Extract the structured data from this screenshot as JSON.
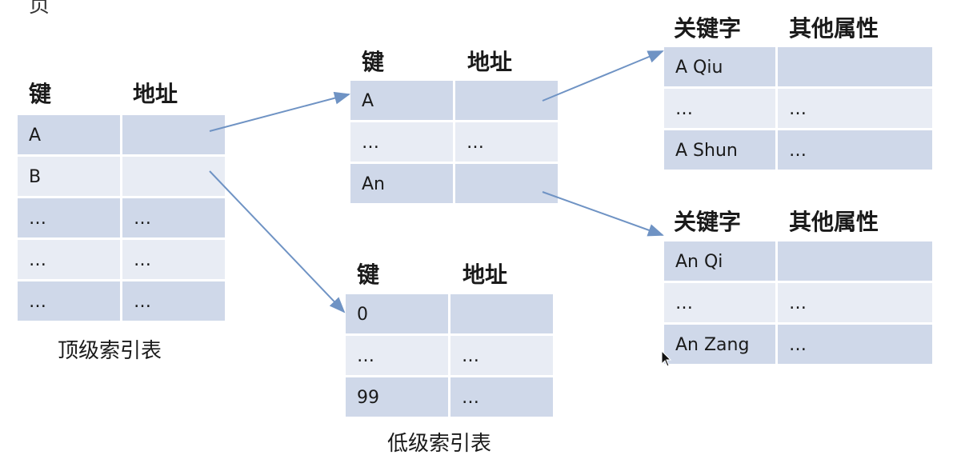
{
  "fragment": "页",
  "top_table": {
    "caption": "顶级索引表",
    "headers": [
      "键",
      "地址"
    ],
    "rows": [
      [
        "A",
        ""
      ],
      [
        "B",
        ""
      ],
      [
        "…",
        "…"
      ],
      [
        "…",
        "…"
      ],
      [
        "…",
        "…"
      ]
    ]
  },
  "mid_table": {
    "headers": [
      "键",
      "地址"
    ],
    "rows": [
      [
        "A",
        ""
      ],
      [
        "…",
        "…"
      ],
      [
        "An",
        ""
      ]
    ]
  },
  "low_table": {
    "caption": "低级索引表",
    "headers": [
      "键",
      "地址"
    ],
    "rows": [
      [
        "0",
        ""
      ],
      [
        "…",
        "…"
      ],
      [
        "99",
        "…"
      ]
    ]
  },
  "record_table_1": {
    "headers": [
      "关键字",
      "其他属性"
    ],
    "rows": [
      [
        "A Qiu",
        ""
      ],
      [
        "…",
        "…"
      ],
      [
        "A Shun",
        "…"
      ]
    ]
  },
  "record_table_2": {
    "headers": [
      "关键字",
      "其他属性"
    ],
    "rows": [
      [
        "An Qi",
        ""
      ],
      [
        "…",
        "…"
      ],
      [
        "An Zang",
        "…"
      ]
    ]
  },
  "colors": {
    "cell_dark": "#cfd8e9",
    "cell_light": "#e8ecf4",
    "arrow": "#6f93c4"
  }
}
